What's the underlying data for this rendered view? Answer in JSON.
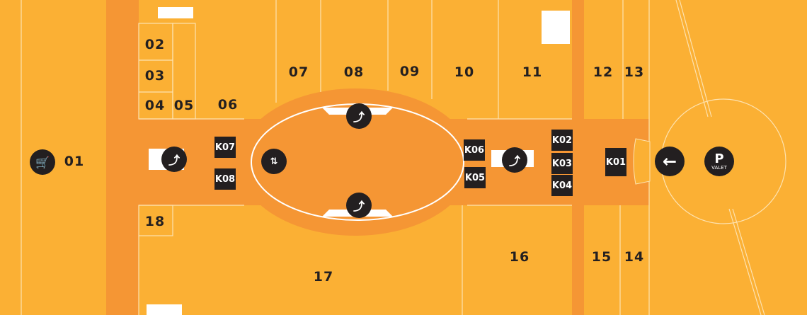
{
  "colors": {
    "store": "#fbb034",
    "corridor": "#f59634",
    "line": "#fde2b0",
    "marker": "#231f20"
  },
  "stores": [
    "01",
    "02",
    "03",
    "04",
    "05",
    "06",
    "07",
    "08",
    "09",
    "10",
    "11",
    "12",
    "13",
    "14",
    "15",
    "16",
    "17",
    "18"
  ],
  "kiosks": [
    "K01",
    "K02",
    "K03",
    "K04",
    "K05",
    "K06",
    "K07",
    "K08"
  ],
  "icons": {
    "valet_label": "VALET",
    "parking_letter": "P"
  }
}
